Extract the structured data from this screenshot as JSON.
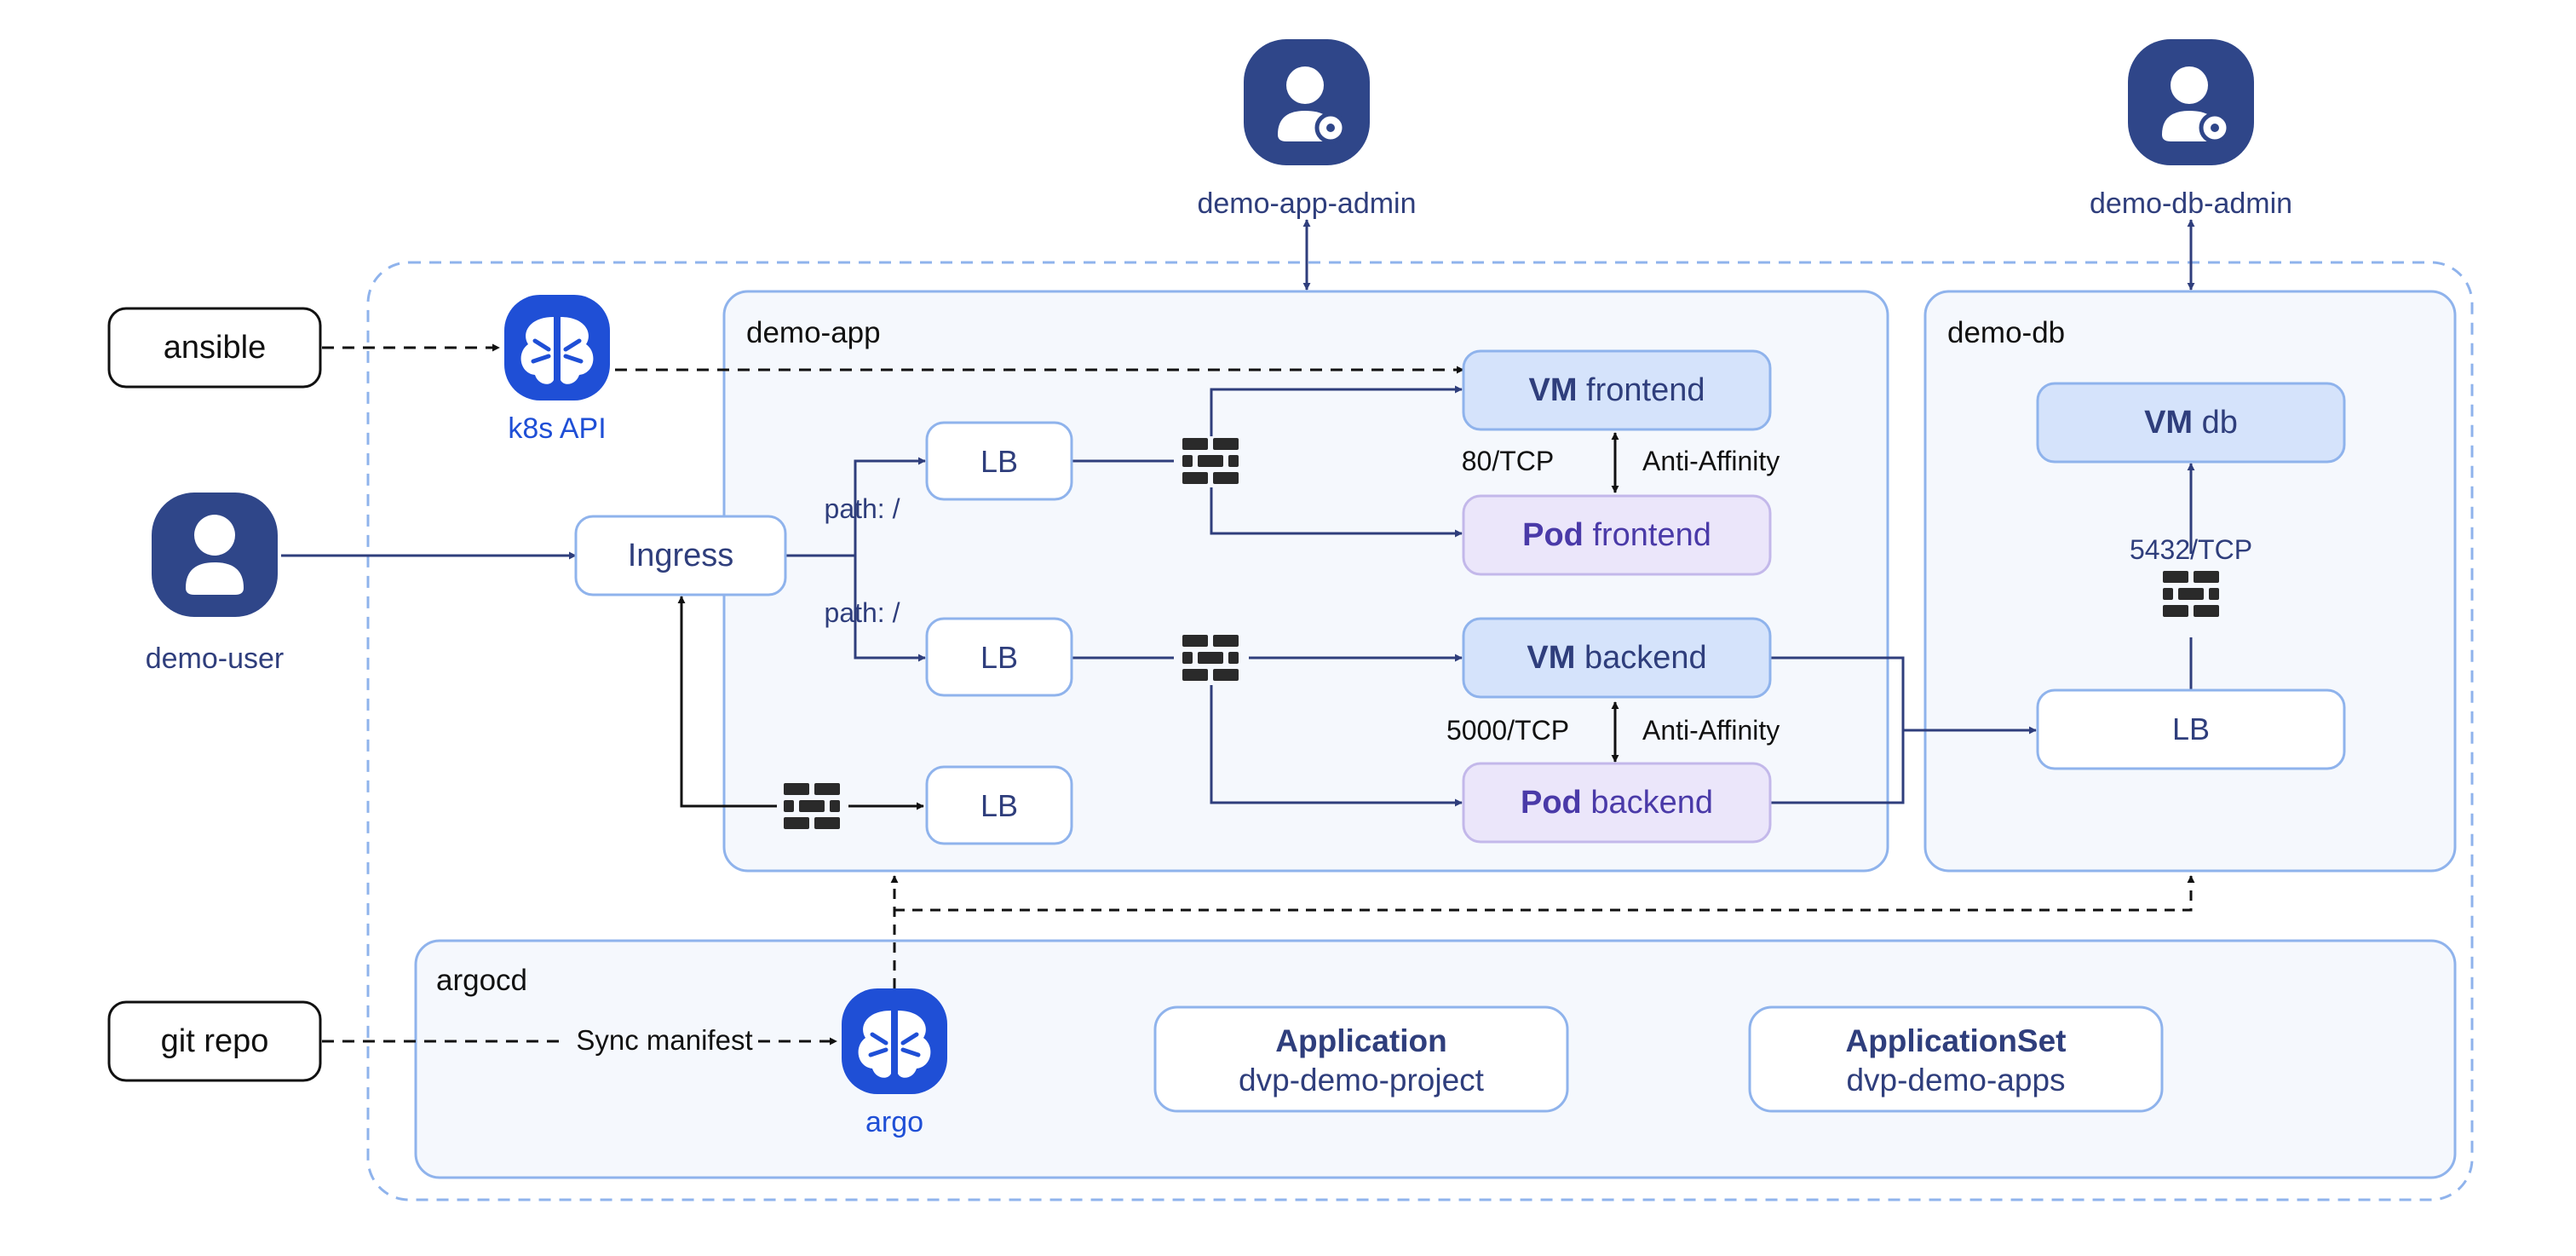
{
  "colors": {
    "outline_dashed": "#8fb3ec",
    "panel_fill": "#f5f8fd",
    "panel_stroke": "#8fb3ec",
    "arrow_blue": "#2f3e7c",
    "vm_fill": "#d5e3fb",
    "pod_fill": "#ebe6fa",
    "pod_text": "#4a3aa8",
    "actor_fill": "#2f4689",
    "brain_fill": "#1f4fd6",
    "firewall": "#2a2a2a"
  },
  "actors": {
    "demo_user": "demo-user",
    "demo_app_admin": "demo-app-admin",
    "demo_db_admin": "demo-db-admin"
  },
  "external": {
    "ansible": "ansible",
    "git_repo": "git repo"
  },
  "services": {
    "k8s_api": "k8s API",
    "argo": "argo"
  },
  "namespaces": {
    "demo_app": "demo-app",
    "demo_db": "demo-db",
    "argocd": "argocd"
  },
  "demo_app": {
    "ingress": "Ingress",
    "lb": "LB",
    "path_1": "path: /",
    "path_2": "path: /",
    "vm_prefix": "VM",
    "pod_prefix": "Pod",
    "frontend": "frontend",
    "backend": "backend",
    "port_frontend": "80/TCP",
    "port_backend": "5000/TCP",
    "anti_affinity": "Anti-Affinity"
  },
  "demo_db": {
    "vm_prefix": "VM",
    "vm_name": "db",
    "lb": "LB",
    "port": "5432/TCP"
  },
  "argocd": {
    "app_title": "Application",
    "app_name": "dvp-demo-project",
    "appset_title": "ApplicationSet",
    "appset_name": "dvp-demo-apps",
    "sync_label": "Sync manifest"
  }
}
